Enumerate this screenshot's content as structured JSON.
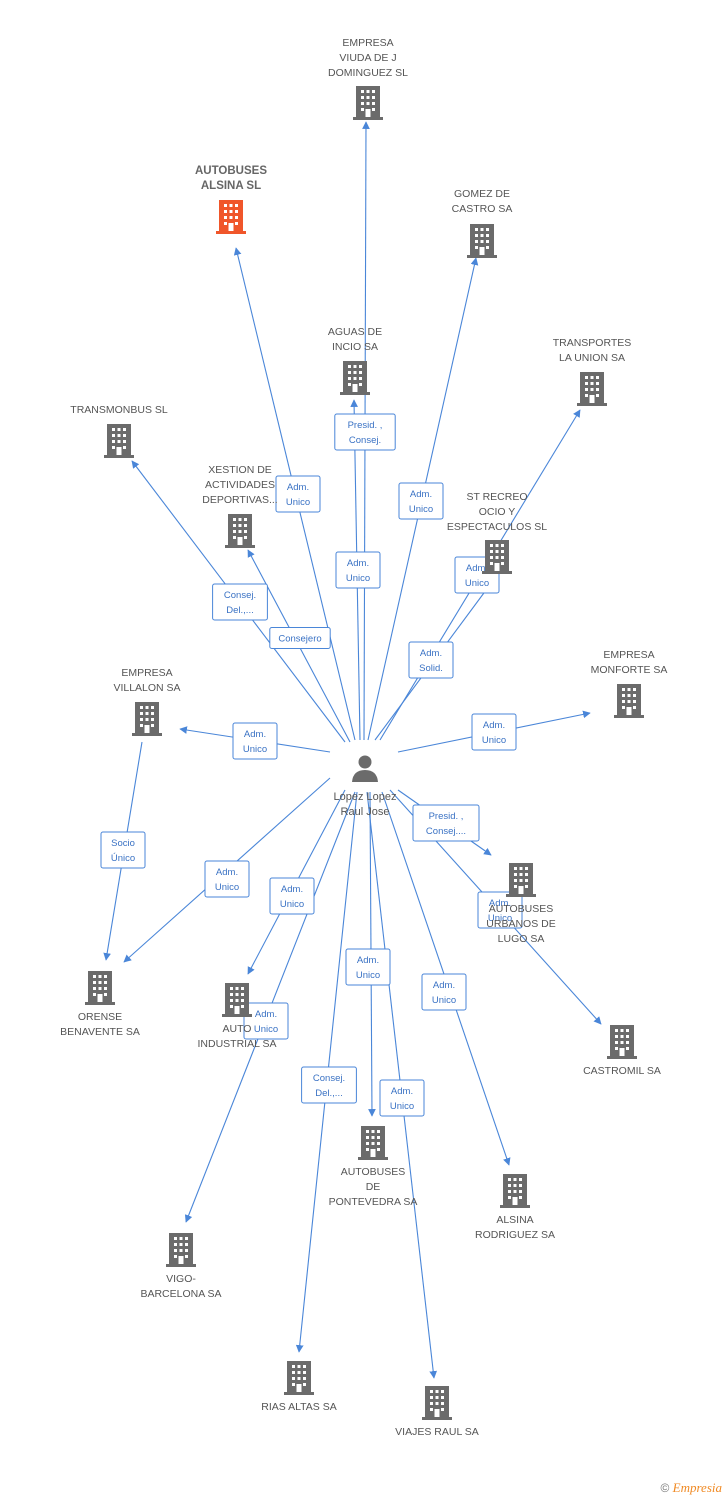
{
  "person": {
    "label_lines": [
      "Lopez Lopez",
      "Raul Jose"
    ]
  },
  "companies": [
    {
      "id": "empresa-viuda",
      "label_lines": [
        "EMPRESA",
        "VIUDA DE J",
        "DOMINGUEZ SL"
      ],
      "focus": false
    },
    {
      "id": "autobuses-alsina",
      "label_lines": [
        "AUTOBUSES",
        "ALSINA SL"
      ],
      "focus": true
    },
    {
      "id": "gomez-de-castro",
      "label_lines": [
        "GOMEZ DE",
        "CASTRO SA"
      ],
      "focus": false
    },
    {
      "id": "aguas-de-incio",
      "label_lines": [
        "AGUAS DE",
        "INCIO SA"
      ],
      "focus": false
    },
    {
      "id": "transportes-la-union",
      "label_lines": [
        "TRANSPORTES",
        "LA UNION SA"
      ],
      "focus": false
    },
    {
      "id": "transmonbus",
      "label_lines": [
        "TRANSMONBUS SL"
      ],
      "focus": false
    },
    {
      "id": "xestion",
      "label_lines": [
        "XESTION DE",
        "ACTIVIDADES",
        "DEPORTIVAS..."
      ],
      "focus": false
    },
    {
      "id": "st-recreo",
      "label_lines": [
        "ST RECREO",
        "OCIO Y",
        "ESPECTACULOS SL"
      ],
      "focus": false
    },
    {
      "id": "empresa-monforte",
      "label_lines": [
        "EMPRESA",
        "MONFORTE SA"
      ],
      "focus": false
    },
    {
      "id": "empresa-villalon",
      "label_lines": [
        "EMPRESA",
        "VILLALON SA"
      ],
      "focus": false
    },
    {
      "id": "autobuses-lugo",
      "label_lines": [
        "AUTOBUSES",
        "URBANOS DE",
        "LUGO SA"
      ],
      "focus": false
    },
    {
      "id": "orense-benavente",
      "label_lines": [
        "ORENSE",
        "BENAVENTE SA"
      ],
      "focus": false
    },
    {
      "id": "auto-industrial",
      "label_lines": [
        "AUTO",
        "INDUSTRIAL SA"
      ],
      "focus": false
    },
    {
      "id": "castromil",
      "label_lines": [
        "CASTROMIL SA"
      ],
      "focus": false
    },
    {
      "id": "autobuses-pontevedra",
      "label_lines": [
        "AUTOBUSES",
        "DE",
        "PONTEVEDRA SA"
      ],
      "focus": false
    },
    {
      "id": "alsina-rodriguez",
      "label_lines": [
        "ALSINA",
        "RODRIGUEZ SA"
      ],
      "focus": false
    },
    {
      "id": "vigo-barcelona",
      "label_lines": [
        "VIGO-",
        "BARCELONA SA"
      ],
      "focus": false
    },
    {
      "id": "rias-altas",
      "label_lines": [
        "RIAS ALTAS SA"
      ],
      "focus": false
    },
    {
      "id": "viajes-raul",
      "label_lines": [
        "VIAJES RAUL SA"
      ],
      "focus": false
    }
  ],
  "relations": [
    {
      "to": "empresa-viuda",
      "role_lines": [
        "Adm.",
        "Unico"
      ]
    },
    {
      "to": "autobuses-alsina",
      "role_lines": [
        "Adm.",
        "Unico"
      ]
    },
    {
      "to": "gomez-de-castro",
      "role_lines": [
        "Adm.",
        "Unico"
      ]
    },
    {
      "to": "aguas-de-incio",
      "role_lines": [
        "Presid. ,",
        "Consej."
      ]
    },
    {
      "to": "transportes-la-union",
      "role_lines": [
        "Adm.",
        "Solid."
      ]
    },
    {
      "to": "transmonbus",
      "role_lines": [
        "Consej.",
        "Del.,..."
      ]
    },
    {
      "to": "xestion",
      "role_lines": [
        "Consejero"
      ]
    },
    {
      "to": "st-recreo",
      "role_lines": [
        "Adm.",
        "Unico"
      ]
    },
    {
      "to": "empresa-monforte",
      "role_lines": [
        "Adm.",
        "Unico"
      ]
    },
    {
      "to": "empresa-villalon",
      "role_lines": [
        "Adm.",
        "Unico"
      ]
    },
    {
      "to": "autobuses-lugo",
      "role_lines": [
        "Presid. ,",
        "Consej...."
      ]
    },
    {
      "to": "orense-benavente",
      "role_lines": [
        "Adm.",
        "Unico"
      ]
    },
    {
      "to": "auto-industrial",
      "role_lines": [
        "Adm.",
        "Unico"
      ]
    },
    {
      "to": "castromil",
      "role_lines": [
        "Adm.",
        "Unico"
      ]
    },
    {
      "to": "autobuses-pontevedra",
      "role_lines": [
        "Adm.",
        "Unico"
      ]
    },
    {
      "to": "alsina-rodriguez",
      "role_lines": [
        "Adm.",
        "Unico"
      ]
    },
    {
      "to": "vigo-barcelona",
      "role_lines": [
        "Adm.",
        "Unico"
      ]
    },
    {
      "to": "rias-altas",
      "role_lines": [
        "Consej.",
        "Del.,..."
      ]
    },
    {
      "to": "viajes-raul",
      "role_lines": [
        "Adm.",
        "Unico"
      ]
    }
  ],
  "company_relations": [
    {
      "from": "empresa-villalon",
      "to": "orense-benavente",
      "role_lines": [
        "Socio",
        "Único"
      ]
    }
  ],
  "colors": {
    "edge": "#4a86d8",
    "building": "#6b6b6b",
    "focus_building": "#f0562a"
  },
  "footer": {
    "copyright": "©",
    "brand": "Empresia"
  }
}
